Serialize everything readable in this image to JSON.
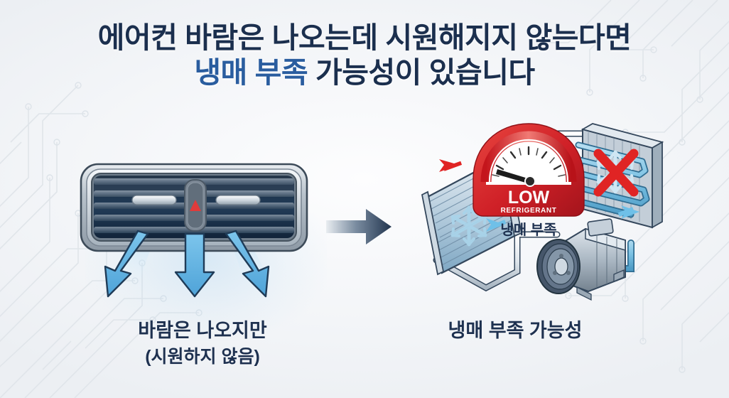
{
  "title": {
    "line1": "에어컨 바람은 나오는데 시원해지지 않는다면",
    "line2_highlight": "냉매 부족",
    "line2_rest": " 가능성이 있습니다",
    "highlight_color": "#2a5d9f",
    "base_color": "#1b2f4e"
  },
  "left_panel": {
    "name": "car-ac-vent",
    "caption_line1": "바람은 나오지만",
    "caption_line2": "(시원하지 않음)",
    "airflow_arrows": 3,
    "arrow_color": "#56ace0",
    "indicator_color": "#e03b3b"
  },
  "mid": {
    "arrow_label": "leads-to",
    "arrow_color": "#2b3b55"
  },
  "right_panel": {
    "name": "ac-refrigerant-circuit",
    "caption": "냉매 부족 가능성",
    "gauge": {
      "primary": "LOW",
      "secondary": "REFRIGERANT",
      "korean_label": "냉매 부족",
      "body_color": "#d1232a",
      "needle_position": "low"
    },
    "components": {
      "condenser": "condenser",
      "evaporator": "evaporator",
      "compressor": "compressor"
    },
    "markers": {
      "blocked_symbol": "X",
      "blocked_color": "#e02424",
      "snowflake_color": "#a9d4ea"
    },
    "flow": {
      "warm_arrow_color": "#e02424",
      "cool_arrow_color": "#56ace0"
    }
  },
  "background": {
    "circuit_trace_color": "#e2e7ec",
    "base": "#f4f6f8"
  }
}
